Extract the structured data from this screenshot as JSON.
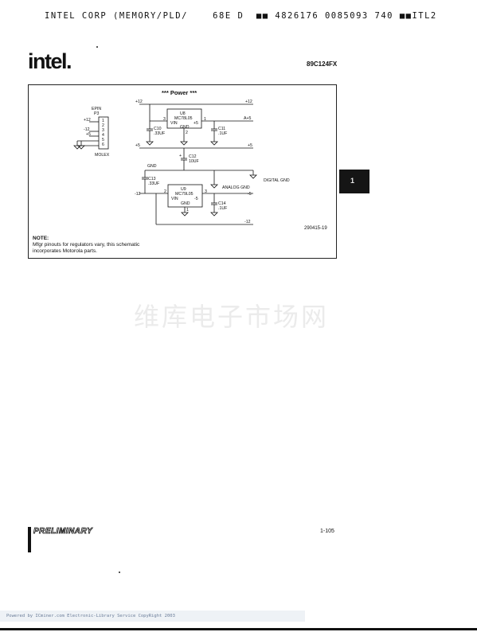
{
  "header": {
    "line": "INTEL CORP (MEMORY/PLD/    68E D  ■■ 4826176 0085093 740 ■■ITL2"
  },
  "brand": {
    "logo_text": "intel.",
    "part_number": "89C124FX"
  },
  "figure": {
    "title": "*** Power ***",
    "figure_id": "290415-19",
    "note_label": "NOTE:",
    "note_text": "Mfgr pinouts for regulators vary, this schematic incorporates Motorola parts.",
    "connector": {
      "name": "EPIN",
      "ref": "P3",
      "type": "MOLEX",
      "pins": [
        "1",
        "2",
        "3",
        "4",
        "5",
        "6"
      ],
      "pin_nets": [
        "+12",
        "",
        "-12",
        "+5",
        "",
        ""
      ]
    },
    "reg_pos": {
      "ref": "U8",
      "part": "MC78L05",
      "vin": "VIN",
      "vout": "+5",
      "gnd": "GND",
      "pin_in": "3",
      "pin_out": "1",
      "pin_gnd": "2"
    },
    "reg_neg": {
      "ref": "U9",
      "part": "MC79L05",
      "vin": "VIN",
      "vout": "-5",
      "gnd": "GND",
      "pin_in": "2",
      "pin_out": "3",
      "pin_gnd": "1"
    },
    "caps": {
      "c10": {
        "ref": "C10",
        "value": ".33UF"
      },
      "c11": {
        "ref": "C11",
        "value": ".1UF"
      },
      "c12": {
        "ref": "C12",
        "value": "10UF"
      },
      "c13": {
        "ref": "C13",
        "value": ".33UF"
      },
      "c14": {
        "ref": "C14",
        "value": ".1UF"
      }
    },
    "nets": {
      "p12_left": "+12",
      "p12_right": "+12",
      "a5": "A+5",
      "p5_left": "+5",
      "p5_right": "+5",
      "gnd": "GND",
      "digital_gnd": "DIGITAL GND",
      "analog_gnd": "ANALOG GND",
      "m12_left": "-12",
      "m5_right": "-5",
      "m12_right": "-12",
      "plus_mark": "+"
    }
  },
  "side_tab": {
    "label": "1"
  },
  "watermark": "维库电子市场网",
  "footer": {
    "preliminary": "PRELIMINARY",
    "page": "1-105",
    "copyright": "Powered by ICminer.com Electronic-Library Service CopyRight 2003"
  }
}
